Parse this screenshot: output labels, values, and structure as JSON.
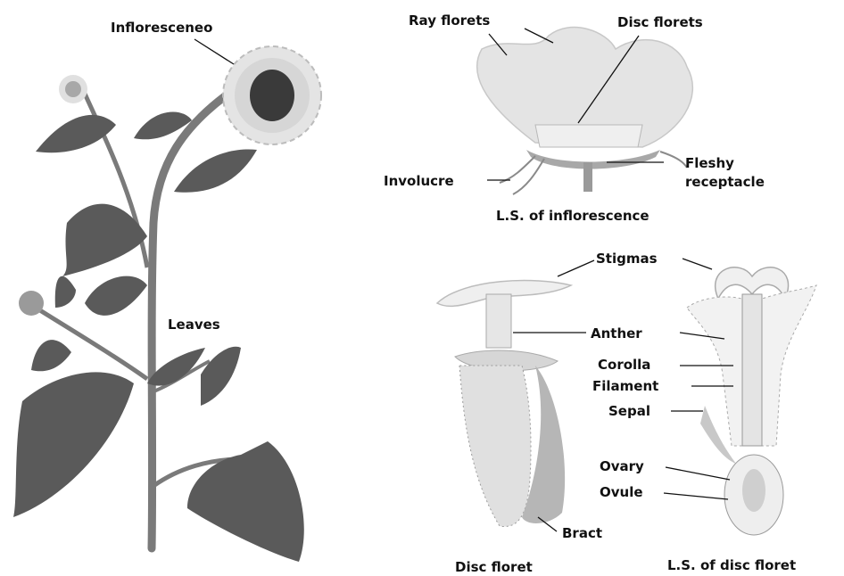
{
  "labels": {
    "inflorescence": "Infloresceneo",
    "leaves": "Leaves",
    "ray_florets": "Ray florets",
    "disc_florets": "Disc florets",
    "involucre": "Involucre",
    "fleshy": "Fleshy",
    "receptacle": "receptacle",
    "ls_inflorescence": "L.S. of inflorescence",
    "stigmas": "Stigmas",
    "anther": "Anther",
    "corolla": "Corolla",
    "filament": "Filament",
    "sepal": "Sepal",
    "ovary": "Ovary",
    "ovule": "Ovule",
    "bract": "Bract",
    "disc_floret": "Disc floret",
    "ls_disc_floret": "L.S. of disc floret"
  },
  "colors": {
    "leaf": "#5a5a5a",
    "stem": "#7a7a7a",
    "petal": "#e4e4e4",
    "flower_center": "#3a3a3a",
    "floret": "#efefef",
    "line": "#111111"
  }
}
